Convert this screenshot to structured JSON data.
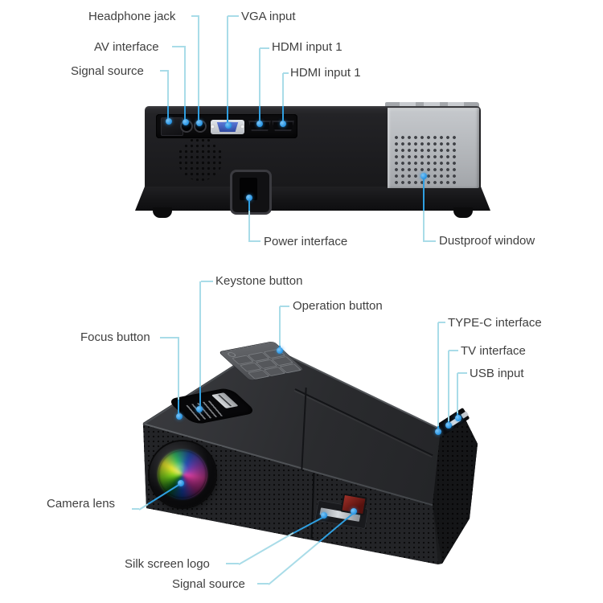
{
  "colors": {
    "leader_line": "#a9dce8",
    "leader_line_on_body": "#2f9fe0",
    "anchor_dot": "#2f9ff0",
    "label_text": "#3f3f3f",
    "body_black": "#1d1d20",
    "dust_panel_gray": "#b5b8bc"
  },
  "back_view": {
    "labels": {
      "headphone_jack": "Headphone jack",
      "av_interface": "AV interface",
      "signal_source": "Signal source",
      "vga_input": "VGA input",
      "hdmi_input_a": "HDMI input 1",
      "hdmi_input_b": "HDMI input 1",
      "power_interface": "Power interface",
      "dustproof_window": "Dustproof window"
    }
  },
  "front_view": {
    "labels": {
      "keystone_button": "Keystone button",
      "operation_button": "Operation button",
      "focus_button": "Focus button",
      "type_c_interface": "TYPE-C interface",
      "tv_interface": "TV interface",
      "usb_input": "USB input",
      "camera_lens": "Camera lens",
      "silk_screen_logo": "Silk screen logo",
      "signal_source": "Signal source"
    }
  }
}
